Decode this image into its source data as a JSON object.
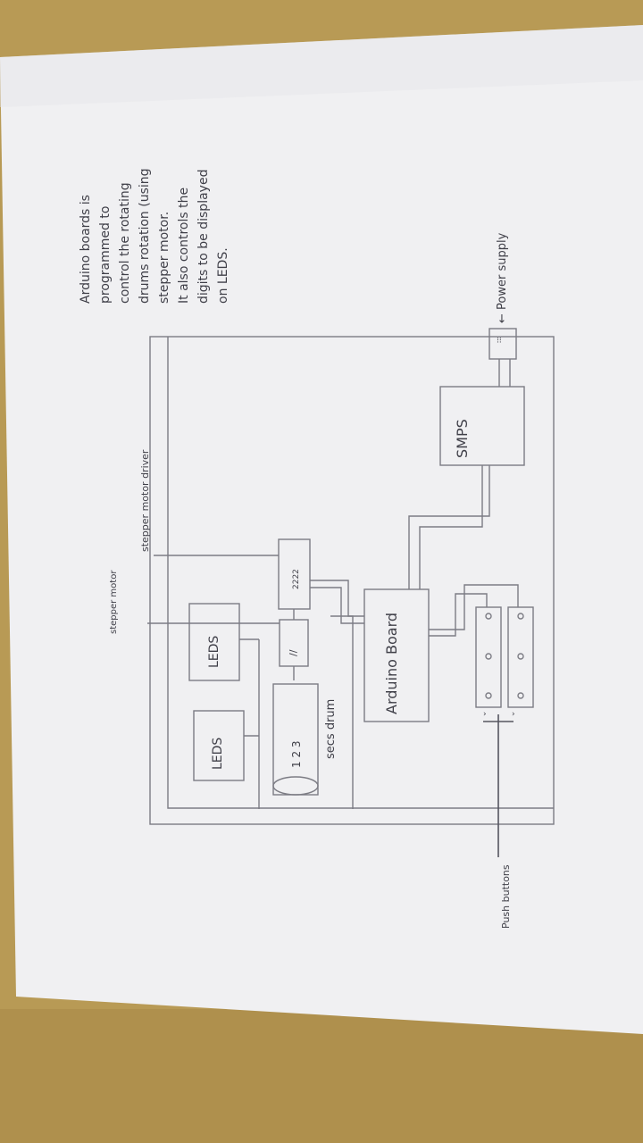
{
  "diagram": {
    "note": {
      "lines": [
        "Arduino boards is",
        "programmed to",
        "control the rotating",
        "drums rotation (using",
        "stepper motor.",
        "It also controls the",
        "digits to be displayed",
        "on LEDS."
      ]
    },
    "labels": {
      "power_supply": "← Power supply",
      "smps": "SMPS",
      "stepper_motor_driver": "stepper motor driver",
      "stepper_motor": "stepper motor",
      "leds_1": "LEDS",
      "leds_2": "LEDS",
      "arduino": "Arduino Board",
      "secs_drum": "secs drum",
      "push_buttons": "Push buttons"
    },
    "colors": {
      "paper": "#f1f1f3",
      "desk": "#b89a55",
      "pencil": "#3f3f48"
    }
  }
}
